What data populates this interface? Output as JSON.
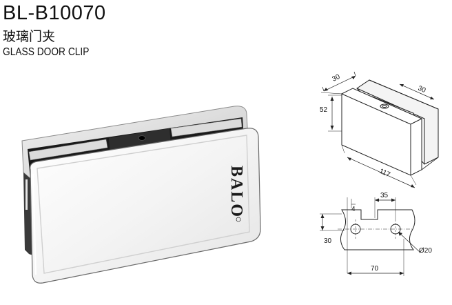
{
  "header": {
    "model_code": "BL-B10070",
    "name_cn": "玻璃门夹",
    "name_en": "GLASS DOOR CLIP"
  },
  "product": {
    "brand_logo_text": "BALO"
  },
  "drawing_iso": {
    "dim_depth": "30",
    "dim_depth_right": "30",
    "dim_height": "52",
    "dim_length": "117"
  },
  "drawing_plan": {
    "dim_hole_spacing": "35",
    "dim_small": "4",
    "dim_height": "30",
    "dim_hole_dia": "Ø20",
    "dim_width": "70"
  },
  "colors": {
    "text": "#111111",
    "line": "#222222",
    "chrome_light": "#f7f7f7",
    "chrome_dark": "#1a1a1a"
  }
}
